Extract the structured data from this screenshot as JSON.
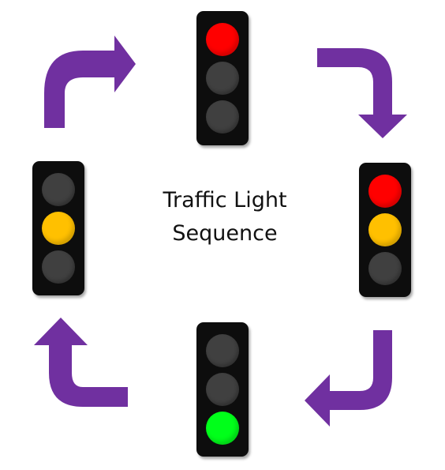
{
  "caption": {
    "line1": "Traffic Light",
    "line2": "Sequence"
  },
  "colors": {
    "arrow": "#7030a0",
    "housing": "#0d0d0d",
    "off": "#404040",
    "red": "#ff0000",
    "amber": "#ffc000",
    "green": "#00ff1a"
  },
  "sequence": [
    {
      "name": "top",
      "lamps": [
        "red",
        "off",
        "off"
      ]
    },
    {
      "name": "right",
      "lamps": [
        "red",
        "amber",
        "off"
      ]
    },
    {
      "name": "bottom",
      "lamps": [
        "off",
        "off",
        "green"
      ]
    },
    {
      "name": "left",
      "lamps": [
        "off",
        "amber",
        "off"
      ]
    }
  ]
}
